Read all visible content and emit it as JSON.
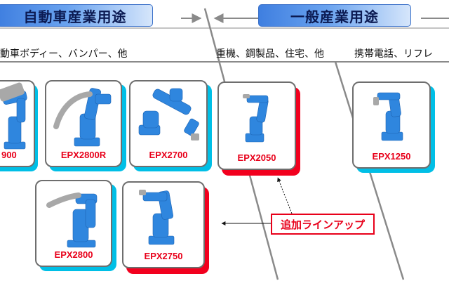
{
  "header": {
    "left_title": "自動車産業用途",
    "right_title": "一般産業用途"
  },
  "subheader": {
    "automotive_desc": "動車ボディー、バンパー、他",
    "general_desc": "重機、鋼製品、住宅、他",
    "electronics_desc": "携帯電話、リフレ"
  },
  "robots": [
    {
      "id": "epx2900",
      "label": "900",
      "accent": "cyan"
    },
    {
      "id": "epx2800r",
      "label": "EPX2800R",
      "accent": "cyan"
    },
    {
      "id": "epx2700",
      "label": "EPX2700",
      "accent": "cyan"
    },
    {
      "id": "epx2050",
      "label": "EPX2050",
      "accent": "red"
    },
    {
      "id": "epx1250",
      "label": "EPX1250",
      "accent": "cyan"
    },
    {
      "id": "epx2800",
      "label": "EPX2800",
      "accent": "cyan"
    },
    {
      "id": "epx2750",
      "label": "EPX2750",
      "accent": "red"
    }
  ],
  "callout": {
    "text": "追加ラインアップ"
  },
  "colors": {
    "robot_blue": "#2f86de",
    "label_red": "#e8001a",
    "shadow_cyan": "#00bfe6",
    "shadow_red": "#f2001e",
    "header_navy": "#0b1a52"
  }
}
